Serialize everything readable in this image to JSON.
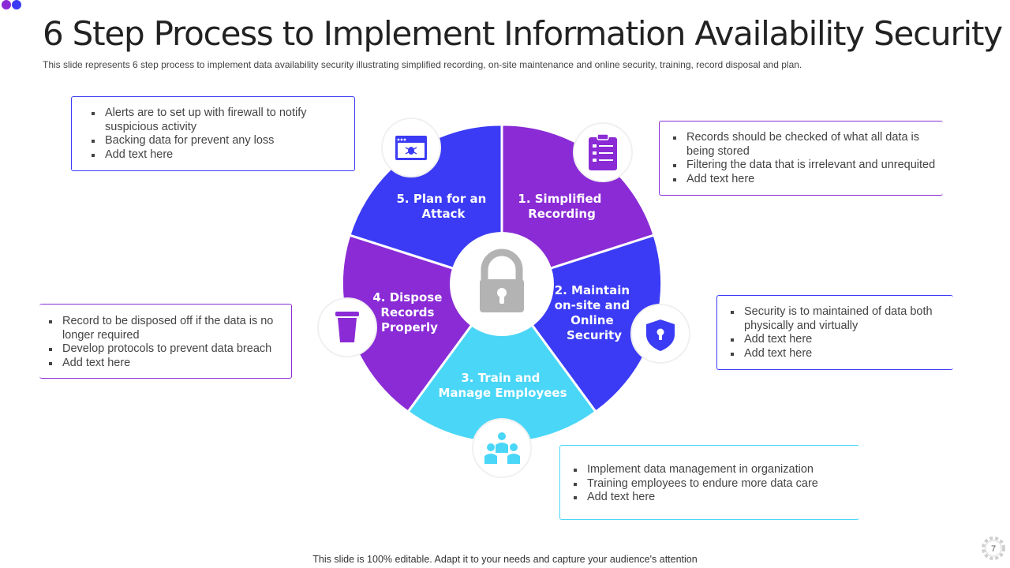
{
  "title": "6 Step Process to Implement Information Availability Security",
  "subtitle": "This slide represents 6 step process to implement data availability security illustrating simplified recording, on-site maintenance and online security, training, record disposal and plan.",
  "footer": "This slide is 100% editable. Adapt it to your needs and capture your audience's attention",
  "page_number": "7",
  "colors": {
    "purple": "#8A2BD6",
    "blue": "#3B3BF5",
    "cyan": "#4AD6F7",
    "lock": "#b3b3b3"
  },
  "center_icon": "lock-icon",
  "steps": [
    {
      "label_lines": [
        "1. Simplified",
        "Recording"
      ],
      "icon": "clipboard-icon",
      "bullets": [
        "Records should be checked of what all data is being stored",
        "Filtering the data that is irrelevant and unrequited",
        "Add text here"
      ]
    },
    {
      "label_lines": [
        "2. Maintain",
        "on-site and",
        "Online",
        "Security"
      ],
      "icon": "shield-lock-icon",
      "bullets": [
        "Security is to maintained of data both physically and virtually",
        "Add text here",
        "Add text here"
      ]
    },
    {
      "label_lines": [
        "3. Train and",
        "Manage Employees"
      ],
      "icon": "team-icon",
      "bullets": [
        "Implement data management in organization",
        "Training employees to endure more data care",
        "Add text here"
      ]
    },
    {
      "label_lines": [
        "4. Dispose",
        "Records",
        "Properly"
      ],
      "icon": "trash-bin-icon",
      "bullets": [
        "Record to be disposed off if the data is no longer required",
        "Develop protocols to prevent data breach",
        "Add text here"
      ]
    },
    {
      "label_lines": [
        "5. Plan for an",
        "Attack"
      ],
      "icon": "browser-bug-icon",
      "bullets": [
        "Alerts are to set up with firewall to notify suspicious activity",
        "Backing data for prevent any loss",
        "Add text here"
      ]
    }
  ]
}
